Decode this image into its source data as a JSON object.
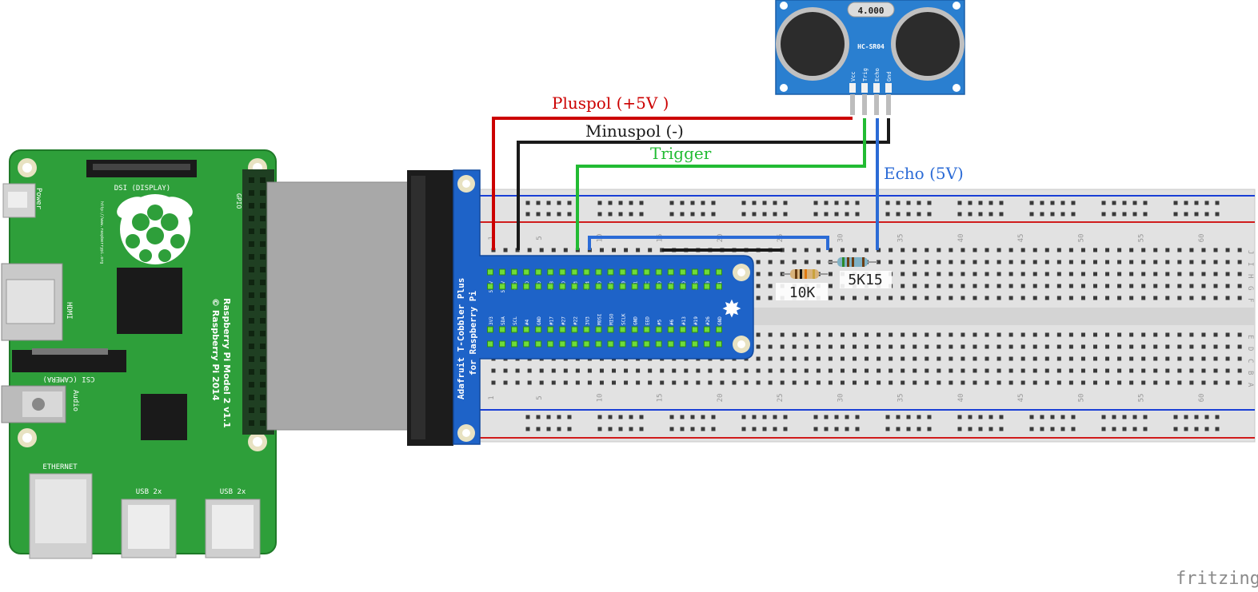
{
  "wires": {
    "plus": {
      "label": "Pluspol (+5V )",
      "color": "#cc0000"
    },
    "minus": {
      "label": "Minuspol (-)",
      "color": "#1a1a1a"
    },
    "trigger": {
      "label": "Trigger",
      "color": "#22bb33"
    },
    "echo": {
      "label": "Echo (5V)",
      "color": "#2b6bd6"
    }
  },
  "rpi": {
    "model_line1": "Raspberry Pi Model 2 v1.1",
    "model_line2": "© Raspberry Pi 2014",
    "dsi": "DSI (DISPLAY)",
    "csi": "CSI (CAMERA)",
    "hdmi": "HDMI",
    "power": "Power",
    "audio": "Audio",
    "ethernet": "ETHERNET",
    "usb1": "USB 2x",
    "usb2": "USB 2x",
    "gpio": "GPIO",
    "url": "http://www.raspberrypi.org"
  },
  "cobbler": {
    "title_line1": "Adafruit T-Cobbler Plus",
    "title_line2": "for Raspberry Pi",
    "top_pins": [
      "5.0V",
      "5.0V",
      "GND",
      "TXD",
      "RXD",
      "#18",
      "GND",
      "#23",
      "#24",
      "GND",
      "#25",
      "CE0",
      "CE1",
      "EEC",
      "GND",
      "#12",
      "GND",
      "#16",
      "#20",
      "#21"
    ],
    "bottom_pins": [
      "3V3",
      "SDA",
      "SCL",
      "#4",
      "GND",
      "#17",
      "#27",
      "#22",
      "3V3",
      "MOSI",
      "MISO",
      "SCLK",
      "GND",
      "EED",
      "#5",
      "#6",
      "#13",
      "#19",
      "#26",
      "GND"
    ]
  },
  "sensor": {
    "crystal": "4.000",
    "model": "HC-SR04",
    "pins": [
      "Vcc",
      "Trig",
      "Echo",
      "Gnd"
    ]
  },
  "resistors": {
    "r1": "10K",
    "r2": "5K15"
  },
  "breadboard": {
    "column_numbers": [
      "1",
      "5",
      "10",
      "15",
      "20",
      "25",
      "30",
      "35",
      "40",
      "45",
      "50",
      "55",
      "60"
    ],
    "rows_top": [
      "J",
      "I",
      "H",
      "G",
      "F"
    ],
    "rows_bottom": [
      "E",
      "D",
      "C",
      "B",
      "A"
    ]
  },
  "watermark": "fritzing"
}
